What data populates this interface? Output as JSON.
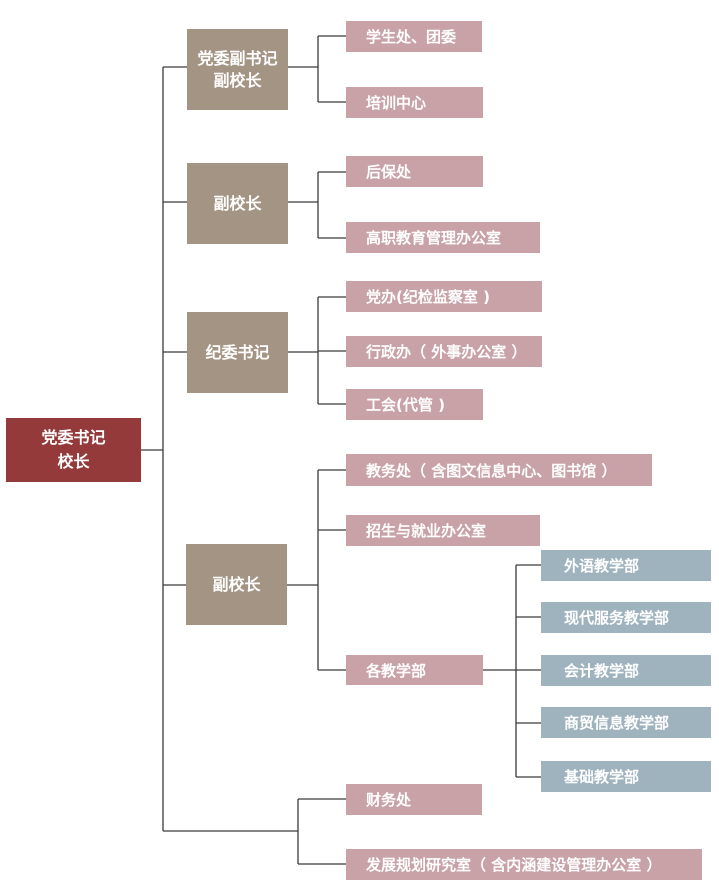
{
  "root": {
    "line1": "党委书记",
    "line2": "校长"
  },
  "leaders": [
    {
      "line1": "党委副书记",
      "line2": "副校长",
      "depts": [
        "学生处、团委",
        "培训中心"
      ]
    },
    {
      "line1": "副校长",
      "line2": "",
      "depts": [
        "后保处",
        "高职教育管理办公室"
      ]
    },
    {
      "line1": "纪委书记",
      "line2": "",
      "depts": [
        "党办(纪检监察室 )",
        "行政办（ 外事办公室 ）",
        "工会(代管 )"
      ]
    },
    {
      "line1": "副校长",
      "line2": "",
      "depts": [
        "教务处（ 含图文信息中心、图书馆 ）",
        "招生与就业办公室",
        "各教学部"
      ]
    }
  ],
  "teaching_units": [
    "外语教学部",
    "现代服务教学部",
    "会计教学部",
    "商贸信息教学部",
    "基础教学部"
  ],
  "direct_depts": [
    "财务处",
    "发展规划研究室（ 含内涵建设管理办公室 ）"
  ],
  "colors": {
    "root": "#943a3a",
    "leader": "#a39484",
    "dept": "#c8a2a7",
    "unit": "#9fb3bf",
    "line": "#3a3a3a"
  }
}
